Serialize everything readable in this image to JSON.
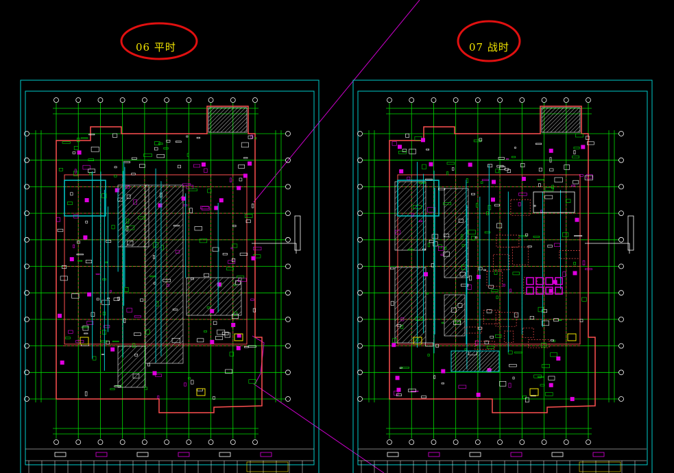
{
  "sheets": [
    {
      "id": "left",
      "label": "06 平时",
      "mode": "peacetime"
    },
    {
      "id": "right",
      "label": "07 战时",
      "mode": "wartime"
    }
  ],
  "colors": {
    "background": "#000000",
    "frame": "#00cccc",
    "axis": "#00e000",
    "wall": "#ff5050",
    "equipment": "#e000e0",
    "hatch": "#bbbbbb",
    "highlight_ring": "#e01010",
    "label": "#f2e400",
    "leader_line": "#cc00cc"
  },
  "icons": [
    "red-ellipse-marker",
    "north-arrow-icon",
    "legend-swatch"
  ]
}
